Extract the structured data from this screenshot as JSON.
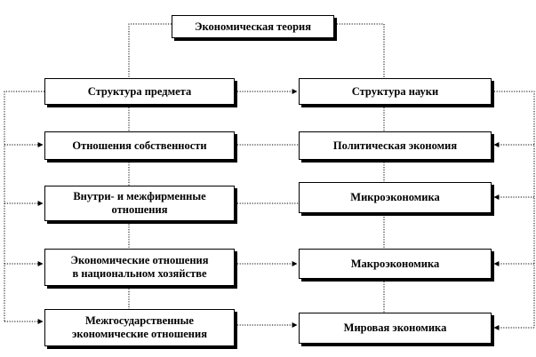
{
  "diagram": {
    "top": "Экономическая теория",
    "left": [
      "Структура предмета",
      "Отношения собственности",
      "Внутри- и межфирменные\nотношения",
      "Экономические отношения\nв национальном хозяйстве",
      "Межгосударственные\nэкономические отношения"
    ],
    "right": [
      "Структура науки",
      "Политическая экономия",
      "Микроэкономика",
      "Макроэкономика",
      "Мировая экономика"
    ]
  }
}
